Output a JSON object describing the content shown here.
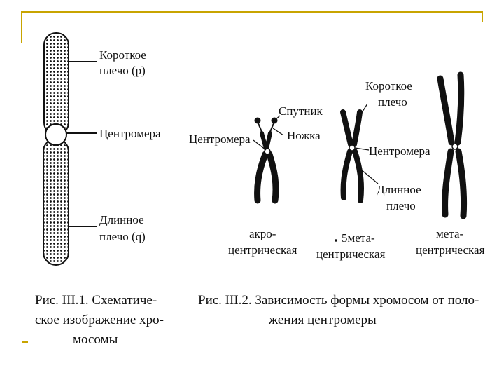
{
  "frame": {
    "accent_color": "#c8a400"
  },
  "fig1": {
    "labels": {
      "short_arm_line1": "Короткое",
      "short_arm_line2": "плечо (p)",
      "centromere": "Центромера",
      "long_arm_line1": "Длинное",
      "long_arm_line2": "плечо (q)"
    },
    "caption": {
      "line1": "Рис. III.1. Схематиче-",
      "line2": "ское изображение хро-",
      "line3": "мосомы"
    }
  },
  "fig2": {
    "labels": {
      "satellite": "Спутник",
      "centromere_left": "Центромера",
      "stalk": "Ножка",
      "short_arm_line1": "Короткое",
      "short_arm_line2": "плечо",
      "centromere_right": "Центромера",
      "long_arm_line1": "Длинное",
      "long_arm_line2": "плечо"
    },
    "types": {
      "acro_line1": "акро-",
      "acro_line2": "центрическая",
      "submeta_line1": "5мета-",
      "submeta_line2": "центрическая",
      "meta_line1": "мета-",
      "meta_line2": "центрическая"
    },
    "caption": {
      "line1": "Рис. III.2. Зависимость формы хромосом от поло-",
      "line2": "жения центромеры"
    }
  }
}
